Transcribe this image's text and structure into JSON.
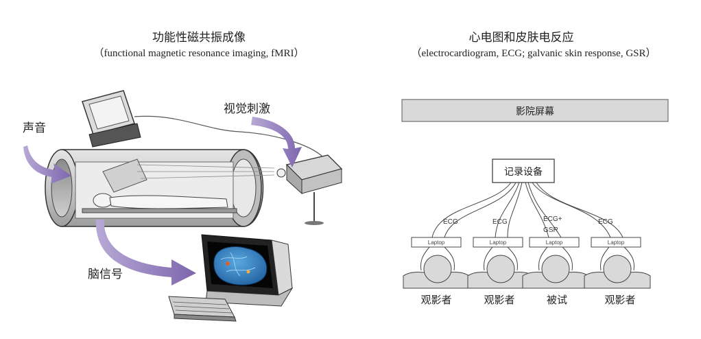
{
  "left_panel": {
    "title": "功能性磁共振成像",
    "subtitle": "（functional magnetic resonance imaging, fMRI）",
    "labels": {
      "sound": "声音",
      "visual": "视觉刺激",
      "brain": "脑信号"
    }
  },
  "right_panel": {
    "title": "心电图和皮肤电反应",
    "subtitle": "（electrocardiogram, ECG; galvanic skin response, GSR）",
    "screen_label": "影院屏幕",
    "recorder_label": "记录设备",
    "participants": [
      {
        "signal": "ECG",
        "device": "Laptop",
        "role": "观影者"
      },
      {
        "signal": "ECG",
        "device": "Laptop",
        "role": "观影者"
      },
      {
        "signal": "ECG+",
        "signal2": "GSR",
        "device": "Laptop",
        "role": "被试"
      },
      {
        "signal": "ECG",
        "device": "Laptop",
        "role": "观影者"
      }
    ]
  },
  "colors": {
    "arrow_purple": "#8e79b8",
    "screen_fill": "#d9d9d9",
    "brain_blue": "#3a86c8"
  }
}
